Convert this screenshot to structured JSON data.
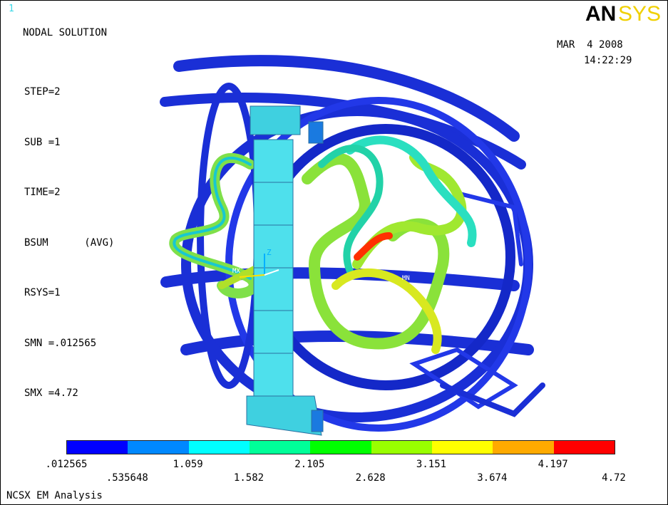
{
  "window_number": "1",
  "logo_text": "ANSYS",
  "plot_title": "NODAL SOLUTION",
  "info_lines": [
    "STEP=2",
    "SUB =1",
    "TIME=2",
    "BSUM      (AVG)",
    "RSYS=1",
    "SMN =.012565",
    "SMX =4.72"
  ],
  "date": "MAR  4 2008",
  "time": "14:22:29",
  "legend": {
    "colors": [
      "#0000ff",
      "#0088ff",
      "#00ffff",
      "#00ff99",
      "#00ff00",
      "#99ff00",
      "#ffff00",
      "#ffaa00",
      "#ff0000"
    ],
    "upper_labels": [
      ".012565",
      "1.059",
      "2.105",
      "3.151",
      "4.197"
    ],
    "lower_labels": [
      ".535648",
      "1.582",
      "2.628",
      "3.674",
      "4.72"
    ]
  },
  "axis_labels": {
    "z": "Z",
    "mx": "MX",
    "mn": "MN"
  },
  "footer_title": "NCSX EM Analysis"
}
